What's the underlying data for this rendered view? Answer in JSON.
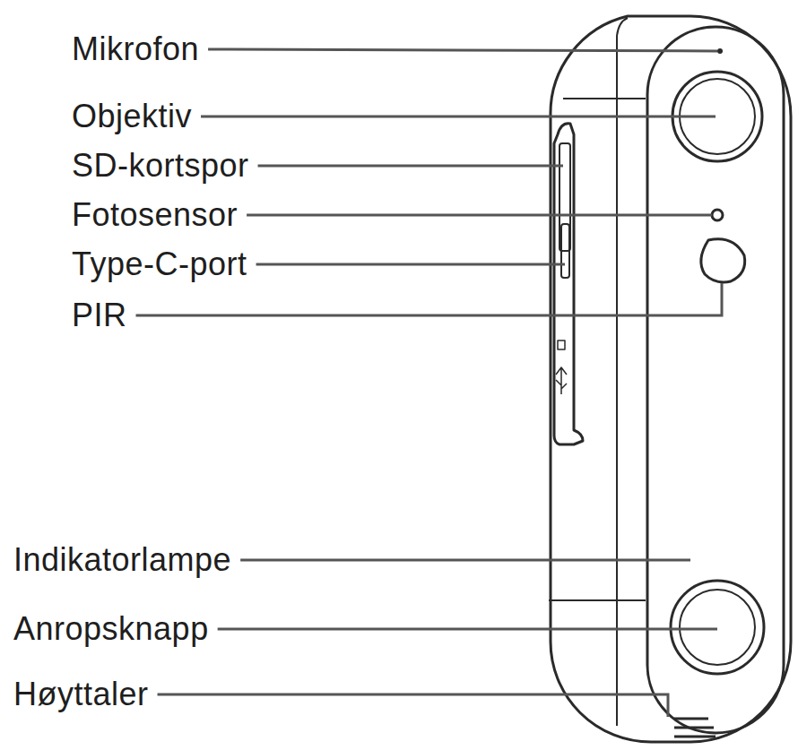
{
  "diagram": {
    "labels": [
      "Mikrofon",
      "Objektiv",
      "SD-kortspor",
      "Fotosensor",
      "Type-C-port",
      "PIR",
      "Indikatorlampe",
      "Anropsknapp",
      "Høyttaler"
    ]
  }
}
